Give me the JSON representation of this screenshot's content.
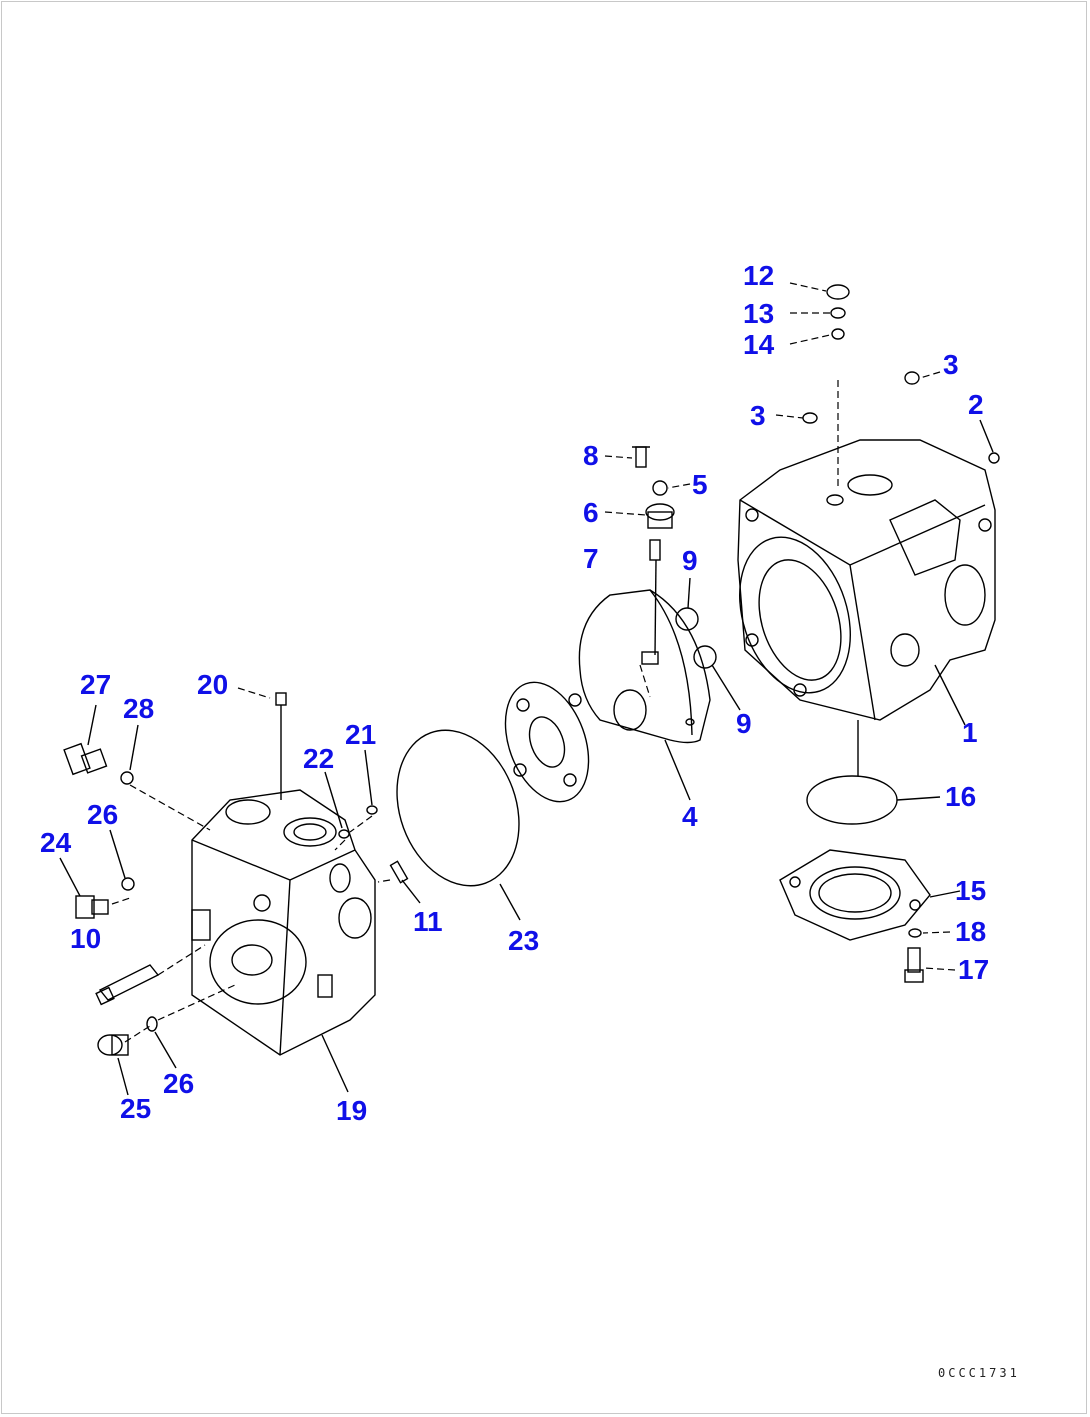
{
  "callouts": [
    {
      "id": "12",
      "text": "12"
    },
    {
      "id": "13",
      "text": "13"
    },
    {
      "id": "14",
      "text": "14"
    },
    {
      "id": "3a",
      "text": "3"
    },
    {
      "id": "3b",
      "text": "3"
    },
    {
      "id": "2",
      "text": "2"
    },
    {
      "id": "8",
      "text": "8"
    },
    {
      "id": "5",
      "text": "5"
    },
    {
      "id": "6",
      "text": "6"
    },
    {
      "id": "7",
      "text": "7"
    },
    {
      "id": "9a",
      "text": "9"
    },
    {
      "id": "9b",
      "text": "9"
    },
    {
      "id": "1",
      "text": "1"
    },
    {
      "id": "16",
      "text": "16"
    },
    {
      "id": "4",
      "text": "4"
    },
    {
      "id": "15",
      "text": "15"
    },
    {
      "id": "18",
      "text": "18"
    },
    {
      "id": "17",
      "text": "17"
    },
    {
      "id": "27",
      "text": "27"
    },
    {
      "id": "28",
      "text": "28"
    },
    {
      "id": "20",
      "text": "20"
    },
    {
      "id": "21",
      "text": "21"
    },
    {
      "id": "22",
      "text": "22"
    },
    {
      "id": "26a",
      "text": "26"
    },
    {
      "id": "24",
      "text": "24"
    },
    {
      "id": "10",
      "text": "10"
    },
    {
      "id": "11",
      "text": "11"
    },
    {
      "id": "23",
      "text": "23"
    },
    {
      "id": "25",
      "text": "25"
    },
    {
      "id": "26b",
      "text": "26"
    },
    {
      "id": "19",
      "text": "19"
    }
  ],
  "drawing_code": "0CCC1731",
  "label_color": "#1010e8"
}
